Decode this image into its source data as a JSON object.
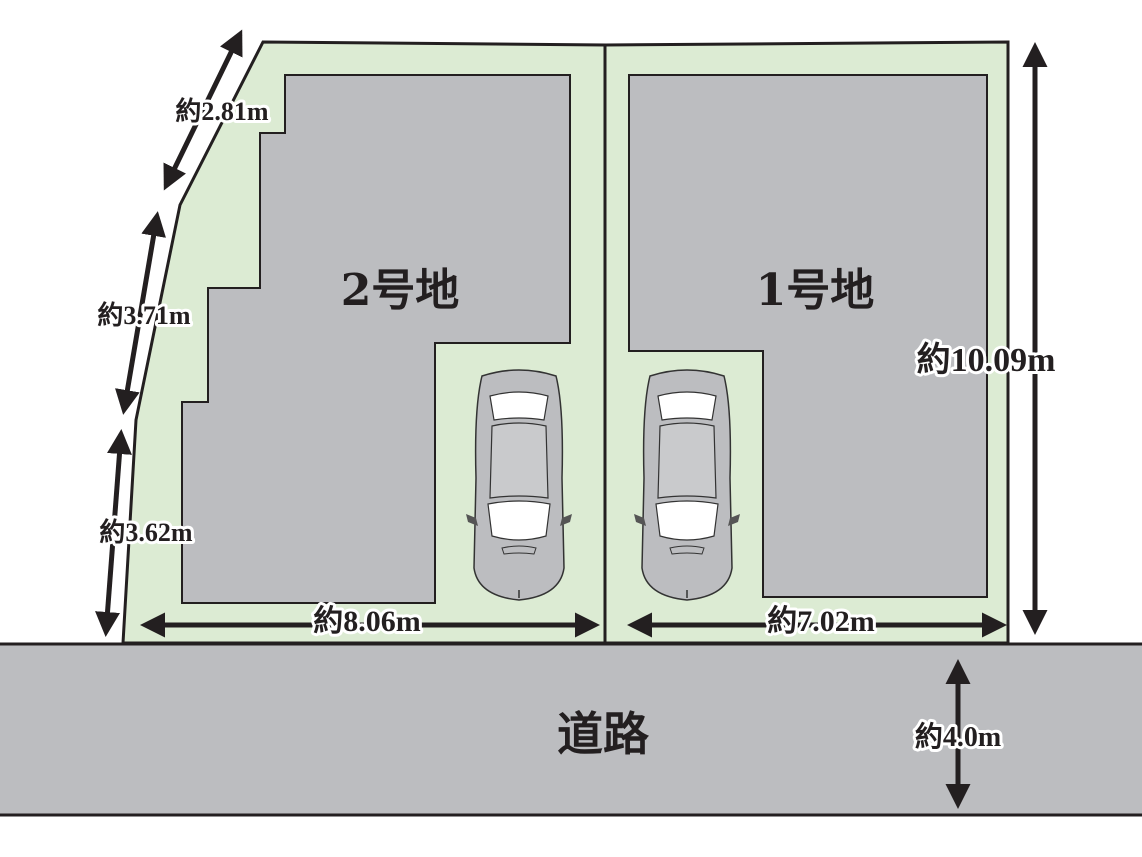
{
  "lots": [
    {
      "label": "2号地"
    },
    {
      "label": "1号地"
    }
  ],
  "road": {
    "label": "道路",
    "width_label": "約4.0m"
  },
  "dimensions": {
    "left_top": "約2.81m",
    "left_middle": "約3.71m",
    "left_bottom": "約3.62m",
    "lot2_frontage": "約8.06m",
    "lot1_frontage": "約7.02m",
    "lot1_depth": "約10.09m"
  },
  "colors": {
    "lot_green": "#dcebd3",
    "building_gray": "#bcbdc0",
    "road_gray": "#bcbdc0",
    "line": "#231f20"
  }
}
